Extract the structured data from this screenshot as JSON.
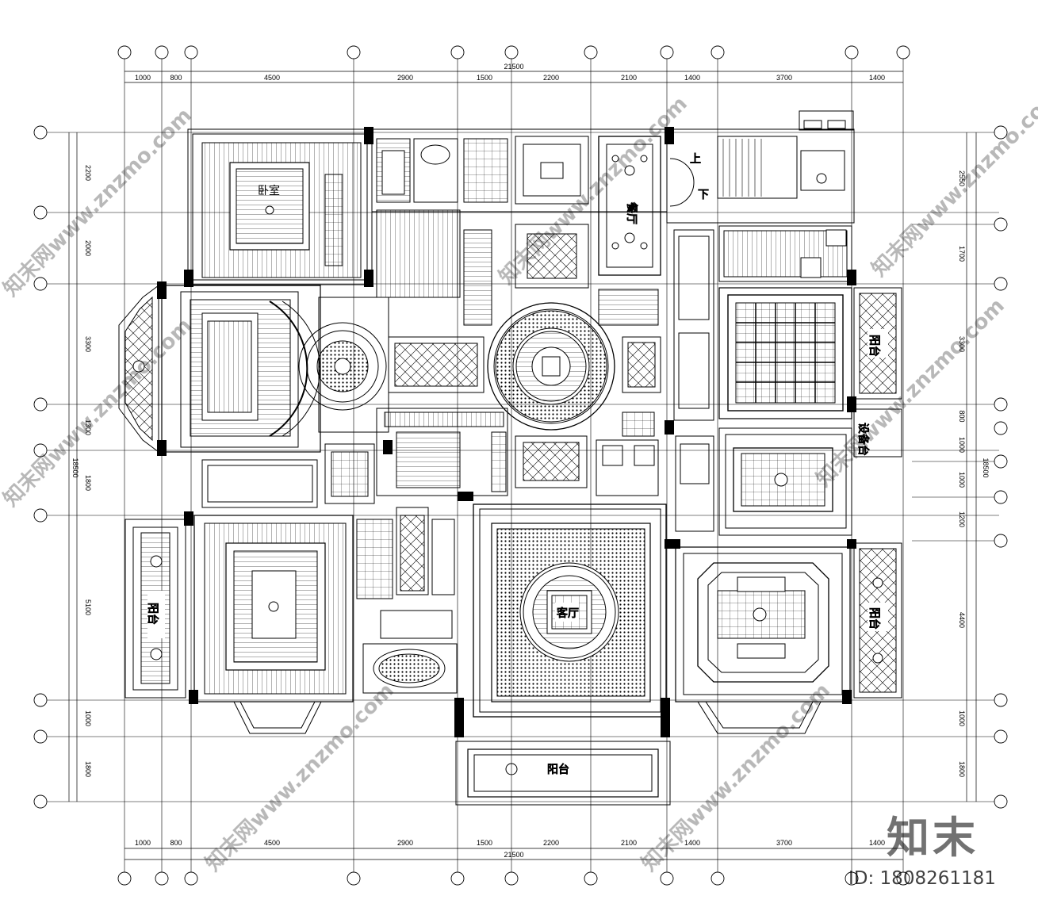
{
  "plan": {
    "top_dimensions": [
      "1000",
      "800",
      "4500",
      "2900",
      "1500",
      "2200",
      "2100",
      "1400",
      "3700",
      "1400"
    ],
    "top_total": "21500",
    "bottom_dimensions": [
      "1000",
      "800",
      "4500",
      "2900",
      "1500",
      "2200",
      "2100",
      "1400",
      "3700",
      "1400"
    ],
    "bottom_total": "21500",
    "left_dimensions": [
      "2200",
      "2000",
      "3300",
      "1300",
      "1800",
      "5100",
      "1000",
      "1800"
    ],
    "left_total": "18500",
    "right_dimensions": [
      "2550",
      "1700",
      "3300",
      "800",
      "1000",
      "1000",
      "1200",
      "4400",
      "1000",
      "1800"
    ],
    "right_total": "18500",
    "rooms": {
      "dining": "餐厅",
      "balcony_bottom": "阳台",
      "balcony_left": "阳台",
      "balcony_right_top": "阳台",
      "balcony_right_bottom": "阳台",
      "equipment": "设备台",
      "living": "客厅",
      "bedroom": "卧室",
      "stairs_up": "上",
      "stairs_down": "下"
    }
  },
  "watermark": {
    "logo": "知末",
    "id": "ID: 1808261181",
    "site": "知末网www.znzmo.com"
  }
}
